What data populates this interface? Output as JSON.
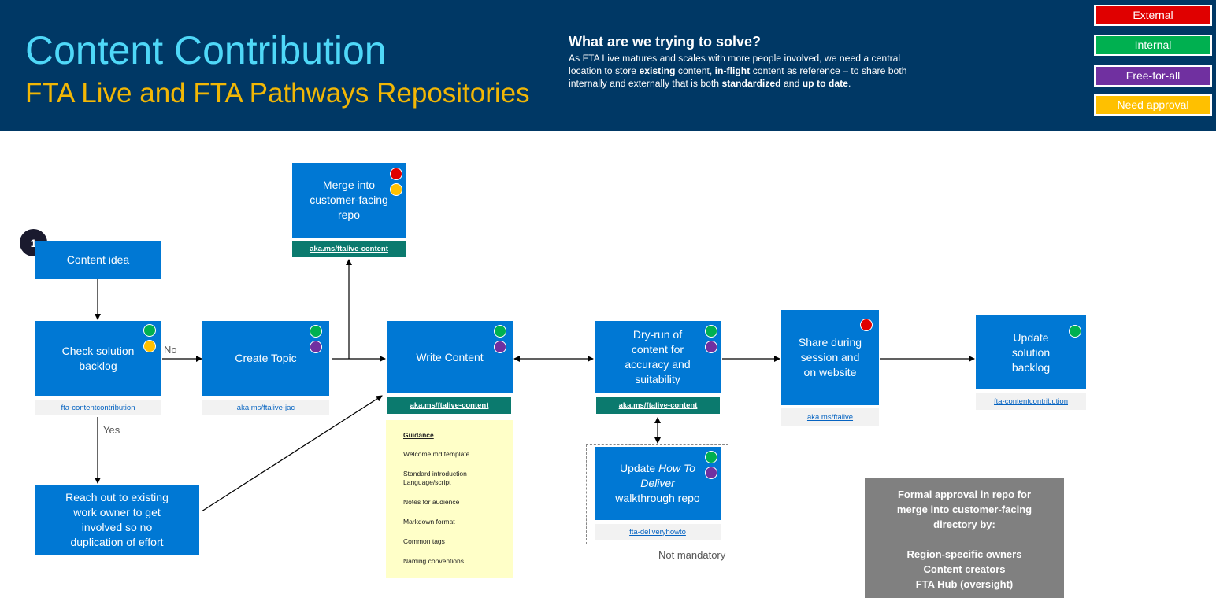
{
  "header": {
    "title": "Content Contribution",
    "subtitle": "FTA Live and FTA Pathways Repositories",
    "solve_heading": "What are we trying to solve?",
    "solve_text_1": "As FTA Live matures and scales with more people involved, we need a central location to store ",
    "solve_bold_1": "existing",
    "solve_text_2": " content, ",
    "solve_bold_2": "in-flight",
    "solve_text_3": " content as reference – to share both internally and externally that is both ",
    "solve_bold_3": "standardized",
    "solve_text_4": " and ",
    "solve_bold_4": "up to date",
    "solve_text_5": "."
  },
  "legend": {
    "external": "External",
    "internal": "Internal",
    "free": "Free-for-all",
    "approval": "Need approval"
  },
  "colors": {
    "external": "#e00000",
    "internal": "#00b050",
    "free": "#7030a0",
    "approval": "#ffc000",
    "box": "#0078d4",
    "header": "#003865"
  },
  "steps": {
    "step_number": "1",
    "content_idea": "Content idea",
    "check_backlog": "Check solution backlog",
    "create_topic": "Create Topic",
    "merge": "Merge into customer-facing repo",
    "write_content": "Write Content",
    "dry_run": "Dry-run of content for accuracy and suitability",
    "share": "Share during session and on website",
    "update_backlog": "Update solution backlog",
    "reach_out": "Reach out to existing work owner to get involved so no duplication of effort",
    "update_howto_1": "Update ",
    "update_howto_em": "How To Deliver",
    "update_howto_2": " walkthrough repo"
  },
  "links": {
    "check_backlog": "fta-contentcontribution",
    "create_topic": "aka.ms/ftalive-jac",
    "merge": "aka.ms/ftalive-content",
    "write_content": "aka.ms/ftalive-content",
    "dry_run": "aka.ms/ftalive-content",
    "share": "aka.ms/ftalive",
    "update_backlog": "fta-contentcontribution",
    "howto": "fta-deliveryhowto"
  },
  "labels": {
    "no": "No",
    "yes": "Yes",
    "not_mandatory": "Not mandatory"
  },
  "guidance": {
    "title": "Guidance",
    "items": [
      "Welcome.md template",
      "Standard introduction Language/script",
      "Notes for audience",
      "Markdown format",
      "Common tags",
      "Naming conventions"
    ]
  },
  "approval": {
    "line1": "Formal approval in repo for merge into customer-facing directory by:",
    "line2": "Region-specific owners",
    "line3": "Content creators",
    "line4": "FTA Hub (oversight)"
  }
}
